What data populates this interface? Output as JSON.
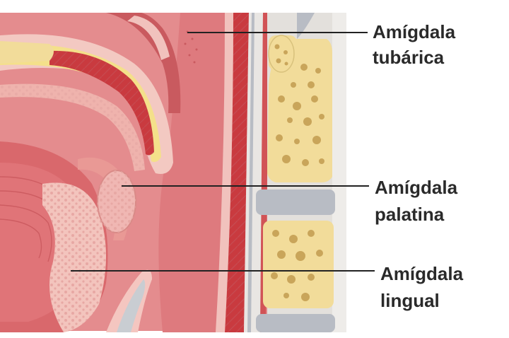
{
  "labels": {
    "tubaria": {
      "line1": "Amígdala",
      "line2": "tubárica"
    },
    "palatina": {
      "line1": "Amígdala",
      "line2": "palatina"
    },
    "lingual": {
      "line1": "Amígdala",
      "line2": "lingual"
    }
  },
  "colors": {
    "tissue": "#d96a6e",
    "tissue_light": "#efb3ad",
    "tissue_pale": "#f5cfc8",
    "muscle": "#c93a3f",
    "bone": "#f2dc9a",
    "bone_pore": "#c9a55a",
    "disc": "#b8bcc4",
    "fat": "#f4e08a",
    "line": "#222222"
  }
}
